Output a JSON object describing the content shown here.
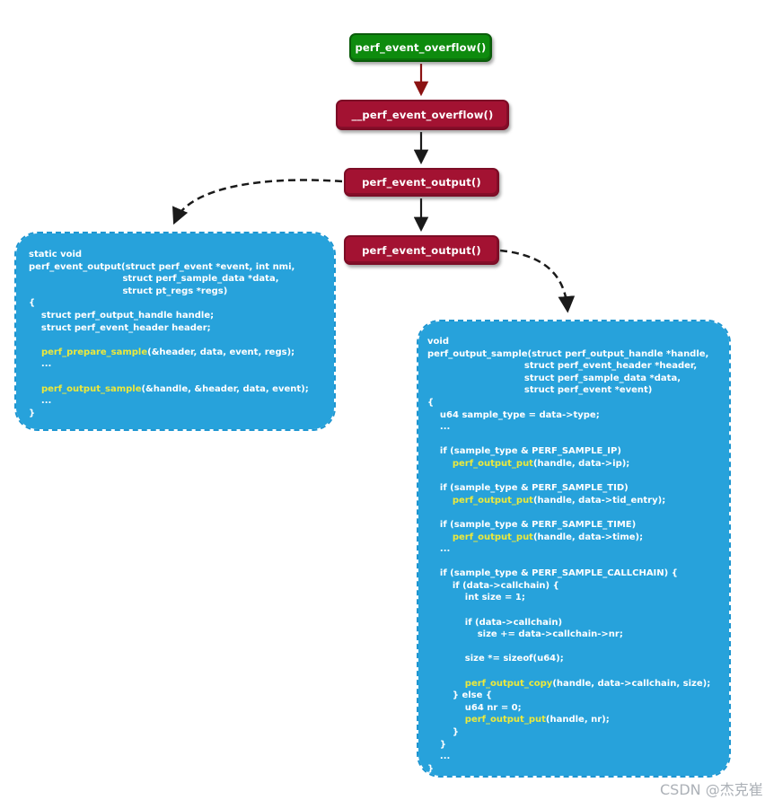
{
  "diagram": {
    "watermark": "CSDN @杰克崔",
    "colors": {
      "green_node": "#0E8B0E",
      "red_node": "#A31232",
      "blue_code_box": "#27A2DB",
      "arrow_red": "#8B1212",
      "arrow_black": "#1A1A1A",
      "code_text": "#FFFFFF",
      "code_function_highlight": "#EDE93B"
    },
    "nodes": [
      {
        "id": "perf_event_overflow",
        "label": "perf_event_overflow()",
        "style": "green"
      },
      {
        "id": "__perf_event_overflow",
        "label": "__perf_event_overflow()",
        "style": "red"
      },
      {
        "id": "perf_event_output_1",
        "label": "perf_event_output()",
        "style": "red"
      },
      {
        "id": "perf_event_output_2",
        "label": "perf_event_output()",
        "style": "red"
      }
    ],
    "edges": [
      {
        "from": "perf_event_overflow",
        "to": "__perf_event_overflow",
        "type": "solid-red"
      },
      {
        "from": "__perf_event_overflow",
        "to": "perf_event_output_1",
        "type": "solid-black"
      },
      {
        "from": "perf_event_output_1",
        "to": "perf_event_output_2",
        "type": "solid-black"
      },
      {
        "from": "perf_event_output_1",
        "to": "left_code_box",
        "type": "dashed-black"
      },
      {
        "from": "perf_event_output_2",
        "to": "right_code_box",
        "type": "dashed-black"
      }
    ]
  },
  "left_code": {
    "lines": [
      "static void",
      "perf_event_output(struct perf_event *event, int nmi,",
      "                              struct perf_sample_data *data,",
      "                              struct pt_regs *regs)",
      "{",
      "    struct perf_output_handle handle;",
      "    struct perf_event_header header;",
      "",
      [
        "    ",
        {
          "fn": "perf_prepare_sample"
        },
        "(&header, data, event, regs);"
      ],
      "    ...",
      "",
      [
        "    ",
        {
          "fn": "perf_output_sample"
        },
        "(&handle, &header, data, event);"
      ],
      "    ...",
      "}"
    ]
  },
  "right_code": {
    "lines": [
      "void",
      "perf_output_sample(struct perf_output_handle *handle,",
      "                               struct perf_event_header *header,",
      "                               struct perf_sample_data *data,",
      "                               struct perf_event *event)",
      "{",
      "    u64 sample_type = data->type;",
      "    ...",
      "",
      "    if (sample_type & PERF_SAMPLE_IP)",
      [
        "        ",
        {
          "fn": "perf_output_put"
        },
        "(handle, data->ip);"
      ],
      "",
      "    if (sample_type & PERF_SAMPLE_TID)",
      [
        "        ",
        {
          "fn": "perf_output_put"
        },
        "(handle, data->tid_entry);"
      ],
      "",
      "    if (sample_type & PERF_SAMPLE_TIME)",
      [
        "        ",
        {
          "fn": "perf_output_put"
        },
        "(handle, data->time);"
      ],
      "    ...",
      "",
      "    if (sample_type & PERF_SAMPLE_CALLCHAIN) {",
      "        if (data->callchain) {",
      "            int size = 1;",
      "",
      "            if (data->callchain)",
      "                size += data->callchain->nr;",
      "",
      "            size *= sizeof(u64);",
      "",
      [
        "            ",
        {
          "fn": "perf_output_copy"
        },
        "(handle, data->callchain, size);"
      ],
      "        } else {",
      "            u64 nr = 0;",
      [
        "            ",
        {
          "fn": "perf_output_put"
        },
        "(handle, nr);"
      ],
      "        }",
      "    }",
      "    ...",
      "}"
    ]
  }
}
